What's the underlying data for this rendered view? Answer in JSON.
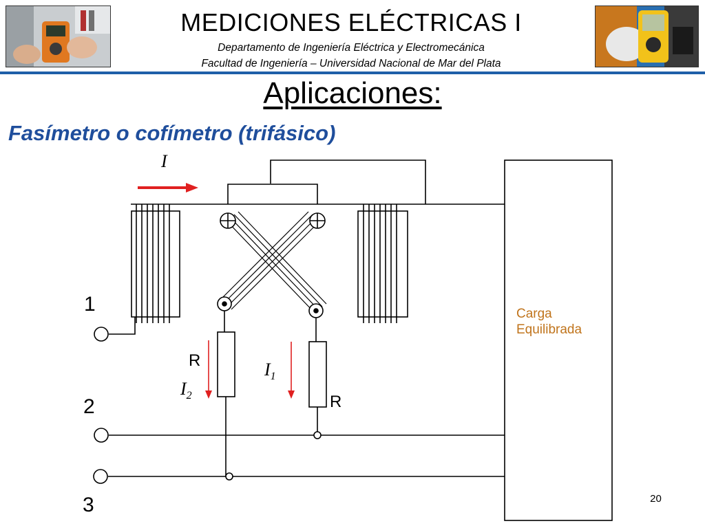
{
  "header": {
    "course_title": "MEDICIONES ELÉCTRICAS I",
    "department": "Departamento de Ingeniería Eléctrica y Electromecánica",
    "faculty": "Facultad de Ingeniería – Universidad Nacional de Mar del Plata"
  },
  "slide": {
    "title": "Aplicaciones:",
    "subtitle": "Fasímetro o cofímetro (trifásico)",
    "page_number": "20"
  },
  "diagram": {
    "current_label": "I",
    "terminals": [
      "1",
      "2",
      "3"
    ],
    "resistor_label": "R",
    "current_i1_base": "I",
    "current_i1_sub": "1",
    "current_i2_base": "I",
    "current_i2_sub": "2",
    "load_label_line1": "Carga",
    "load_label_line2": "Equilibrada"
  },
  "colors": {
    "accent_blue": "#1f4e9c",
    "arrow_red": "#e02020",
    "load_text": "#c0741c",
    "rule_blue": "#1f5fa8"
  }
}
